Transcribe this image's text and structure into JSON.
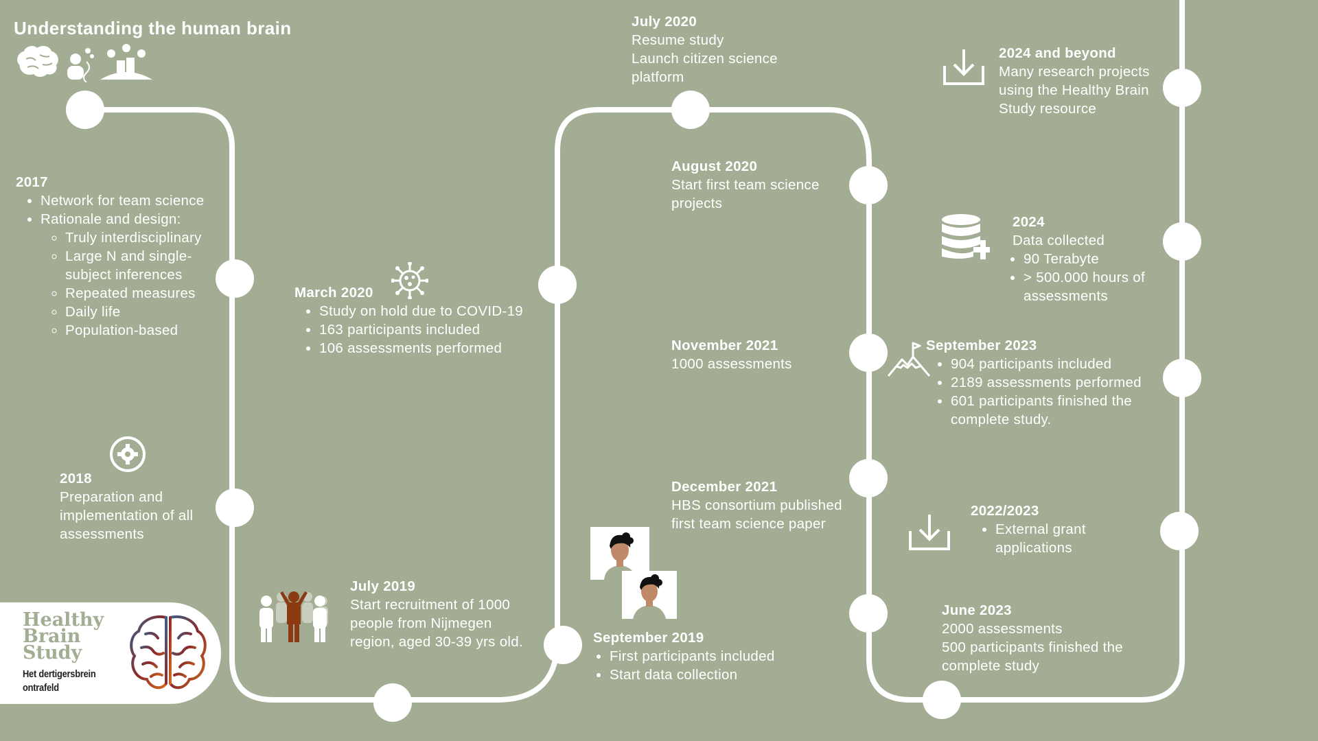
{
  "title": "Understanding the human brain",
  "colors": {
    "background": "#a3ad94",
    "path": "#ffffff",
    "brand_green": "#a3ad94",
    "brain_orange": "#c8501e",
    "person_brown": "#8b3a12"
  },
  "logo": {
    "line1": "Healthy",
    "line2": "Brain",
    "line3": "Study",
    "sub1": "Het dertigersbrein",
    "sub2": "ontrafeld"
  },
  "icons": [
    "brain-icon",
    "scientist-dna-icon",
    "community-icon",
    "cycle-gear-icon",
    "virus-icon",
    "people-group-icon",
    "download-icon",
    "database-plus-icon",
    "mountain-flag-icon"
  ],
  "milestones": {
    "m2017": {
      "heading": "2017",
      "items": [
        "Network for team science",
        "Rationale and design:"
      ],
      "subitems": [
        "Truly interdisciplinary",
        "Large N and single-subject inferences",
        "Repeated measures",
        "Daily life",
        "Population-based"
      ]
    },
    "m2018": {
      "heading": "2018",
      "text": "Preparation and implementation of all assessments"
    },
    "m2019_july": {
      "heading": "July 2019",
      "text": "Start recruitment of 1000 people from Nijmegen region, aged 30-39 yrs old."
    },
    "m2020_march": {
      "heading": "March 2020",
      "items": [
        "Study on hold due to COVID-19",
        "163 participants included",
        "106 assessments performed"
      ]
    },
    "m2019_sep": {
      "heading": "September 2019",
      "items": [
        "First participants included",
        "Start data collection"
      ]
    },
    "m2020_july": {
      "heading": "July 2020",
      "line1": "Resume study",
      "line2": "Launch citizen science platform"
    },
    "m2020_aug": {
      "heading": "August 2020",
      "text": "Start first team science projects"
    },
    "m2021_nov": {
      "heading": "November 2021",
      "text": "1000 assessments"
    },
    "m2021_dec": {
      "heading": "December 2021",
      "text": "HBS consortium published first team science paper"
    },
    "m2023_june": {
      "heading": "June 2023",
      "line1": "2000 assessments",
      "line2": "500 participants finished the complete study"
    },
    "m2022_2023": {
      "heading": "2022/2023",
      "items": [
        "External grant applications"
      ]
    },
    "m2023_sep": {
      "heading": "September 2023",
      "items": [
        "904 participants included",
        "2189 assessments performed",
        "601 participants finished the complete study."
      ]
    },
    "m2024": {
      "heading": "2024",
      "text": "Data collected",
      "items": [
        "90 Terabyte",
        "> 500.000 hours of assessments"
      ]
    },
    "m2024_beyond": {
      "heading": "2024 and beyond",
      "text": "Many research projects using the Healthy Brain Study resource"
    }
  }
}
